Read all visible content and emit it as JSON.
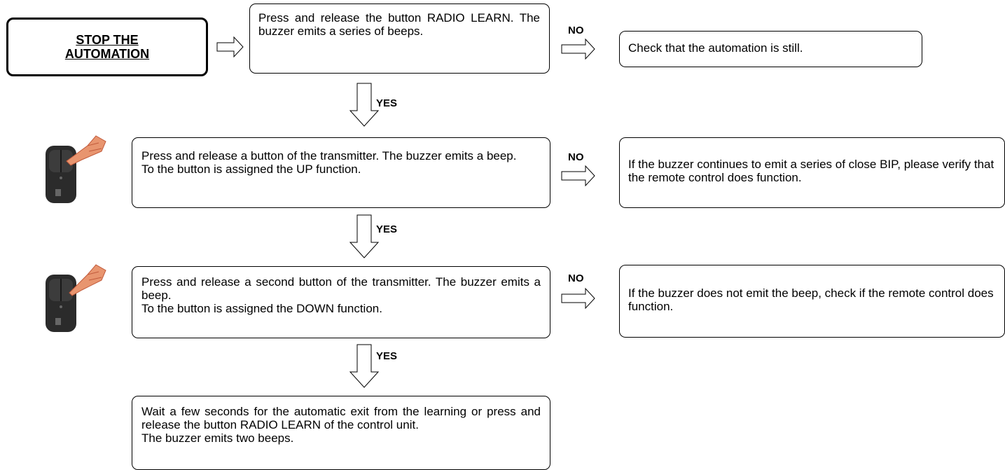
{
  "start": {
    "title_line1": "STOP THE",
    "title_line2": "AUTOMATION"
  },
  "steps": [
    {
      "lines": [
        "Press and release the button RADIO LEARN. The buzzer emits a series of beeps."
      ]
    },
    {
      "lines": [
        "Press and release a button of the transmitter. The buzzer emits a beep.",
        "To the button is assigned the UP function."
      ]
    },
    {
      "lines": [
        "Press and release a second button of the transmitter. The buzzer emits a beep.",
        "To the button is assigned the DOWN function."
      ]
    },
    {
      "lines": [
        "Wait a few seconds for the automatic exit from the learning or press and release the button RADIO LEARN of the control unit.",
        "The buzzer emits two beeps."
      ]
    }
  ],
  "no_results": [
    {
      "text": "Check that the automation is still."
    },
    {
      "text": "If the buzzer continues to emit a series of close BIP, please verify that the remote control does function."
    },
    {
      "text": "If the buzzer does not emit the beep, check if the remote control does function."
    }
  ],
  "labels": {
    "yes": "YES",
    "no": "NO"
  },
  "icons": {
    "transmitter": "remote-transmitter-with-hand-icon",
    "arrow": "outline-arrow-icon"
  },
  "colors": {
    "border": "#000000",
    "remote_body": "#2b2b2b",
    "hand": "#e8956f"
  }
}
